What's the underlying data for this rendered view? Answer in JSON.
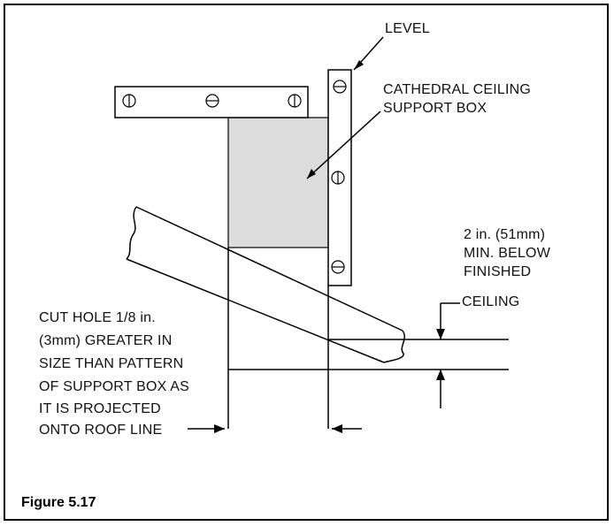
{
  "labels": {
    "level": "LEVEL",
    "support_box": [
      "CATHEDRAL CEILING",
      "SUPPORT BOX"
    ],
    "clearance": [
      "2 in. (51mm)",
      "MIN. BELOW",
      "FINISHED",
      "CEILING"
    ],
    "cut_hole": [
      "CUT HOLE 1/8 in.",
      "(3mm) GREATER IN",
      "SIZE THAN PATTERN",
      "OF SUPPORT BOX AS",
      "IT IS PROJECTED",
      "ONTO ROOF LINE"
    ]
  },
  "caption": "Figure 5.17",
  "colors": {
    "box_fill": "#dcdcdc",
    "line": "#000000",
    "background": "#ffffff"
  }
}
